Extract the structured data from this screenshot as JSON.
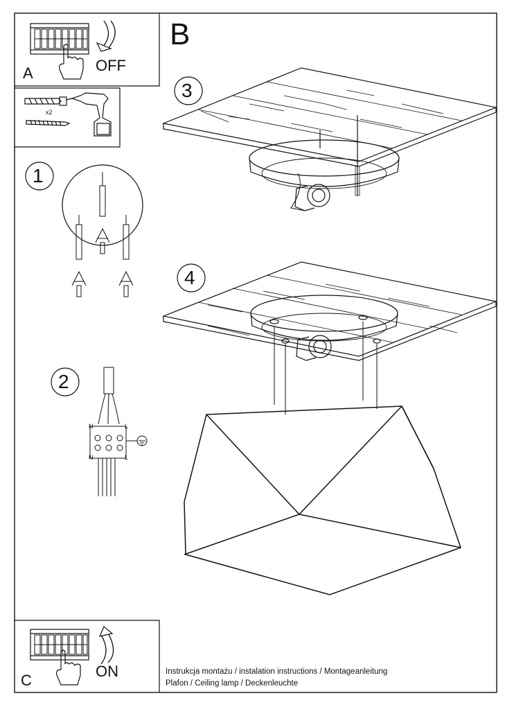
{
  "panel_a": {
    "letter": "A",
    "switch_text": "OFF"
  },
  "panel_b": {
    "letter": "B"
  },
  "panel_c": {
    "letter": "C",
    "switch_text": "ON"
  },
  "tools": {
    "multiplier": "x2"
  },
  "steps": [
    "1",
    "2",
    "3",
    "4"
  ],
  "wiring": {
    "left_top": "N",
    "right_top": "L",
    "left_bottom": "N",
    "right_bottom": "L"
  },
  "footer": {
    "line1": "Instrukcja montażu / instalation instructions / Montageanleitung",
    "line2": "Plafon / Ceiling lamp / Deckenleuchte"
  }
}
